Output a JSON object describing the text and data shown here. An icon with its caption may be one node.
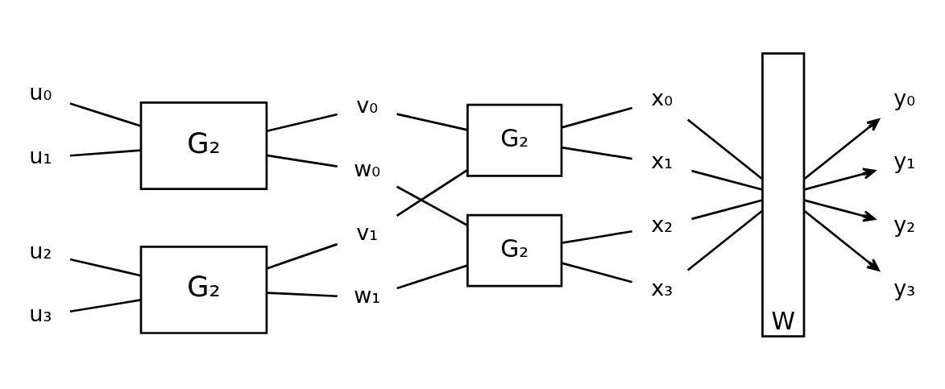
{
  "diagram": {
    "nodes": [
      {
        "text": [
          "u₀"
        ]
      },
      {
        "text": [
          "u₁"
        ]
      },
      {
        "text": [
          "u₂"
        ]
      },
      {
        "text": [
          "u₃"
        ]
      },
      {
        "text": [
          "G₂"
        ]
      },
      {
        "text": [
          "G₂"
        ]
      },
      {
        "text": [
          "v₀"
        ]
      },
      {
        "text": [
          "v₁"
        ]
      },
      {
        "text": [
          "w₀"
        ]
      },
      {
        "text": [
          "w₁"
        ]
      },
      {
        "text": [
          "G₂"
        ]
      },
      {
        "text": [
          "G₂"
        ]
      },
      {
        "text": [
          "x₀"
        ]
      },
      {
        "text": [
          "x₁"
        ]
      },
      {
        "text": [
          "x₂"
        ]
      },
      {
        "text": [
          "x₃"
        ]
      },
      {
        "text": [
          "W"
        ]
      },
      {
        "text": [
          "y₀"
        ]
      },
      {
        "text": [
          "y₁"
        ]
      },
      {
        "text": [
          "y₂"
        ]
      },
      {
        "text": [
          "y₃"
        ]
      }
    ],
    "edges": [
      {
        "from": 0,
        "to": 4,
        "arrow": "none"
      },
      {
        "from": 1,
        "to": 4,
        "arrow": "none"
      },
      {
        "from": 2,
        "to": 5,
        "arrow": "none"
      },
      {
        "from": 3,
        "to": 5,
        "arrow": "none"
      },
      {
        "from": 4,
        "to": 6,
        "arrow": "none"
      },
      {
        "from": 4,
        "to": 8,
        "arrow": "none"
      },
      {
        "from": 5,
        "to": 7,
        "arrow": "none"
      },
      {
        "from": 5,
        "to": 9,
        "arrow": "none"
      },
      {
        "from": 6,
        "to": 10,
        "arrow": "none"
      },
      {
        "from": 7,
        "to": 10,
        "arrow": "none"
      },
      {
        "from": 8,
        "to": 11,
        "arrow": "none"
      },
      {
        "from": 9,
        "to": 11,
        "arrow": "none"
      },
      {
        "from": 10,
        "to": 12,
        "arrow": "none"
      },
      {
        "from": 10,
        "to": 13,
        "arrow": "none"
      },
      {
        "from": 11,
        "to": 14,
        "arrow": "none"
      },
      {
        "from": 11,
        "to": 15,
        "arrow": "none"
      },
      {
        "from": 12,
        "to": 16,
        "arrow": "none"
      },
      {
        "from": 13,
        "to": 16,
        "arrow": "none"
      },
      {
        "from": 14,
        "to": 16,
        "arrow": "none"
      },
      {
        "from": 15,
        "to": 16,
        "arrow": "none"
      },
      {
        "from": 16,
        "to": 17,
        "arrow": "to"
      },
      {
        "from": 16,
        "to": 18,
        "arrow": "to"
      },
      {
        "from": 16,
        "to": 19,
        "arrow": "to"
      },
      {
        "from": 16,
        "to": 20,
        "arrow": "to"
      }
    ]
  }
}
